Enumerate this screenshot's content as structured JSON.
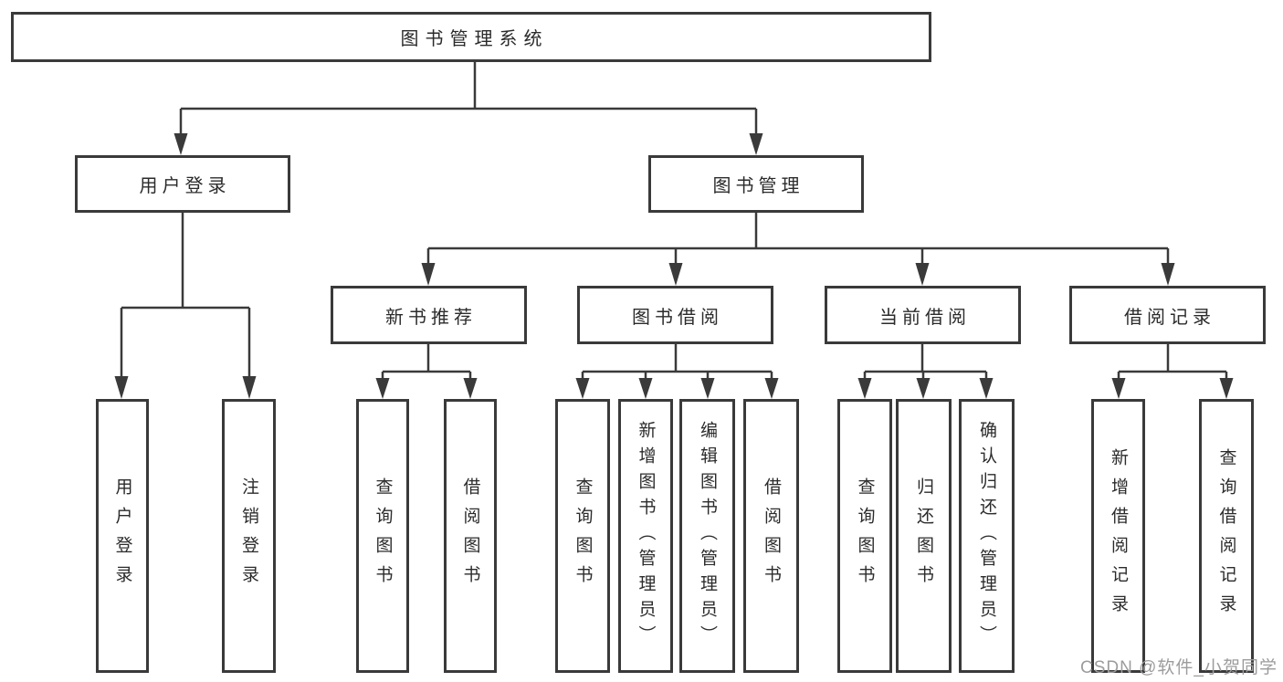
{
  "diagram": {
    "root": {
      "label": "图书管理系统"
    },
    "level2": [
      {
        "label": "用户登录"
      },
      {
        "label": "图书管理"
      }
    ],
    "level3": [
      {
        "label": "新书推荐"
      },
      {
        "label": "图书借阅"
      },
      {
        "label": "当前借阅"
      },
      {
        "label": "借阅记录"
      }
    ],
    "leaves": {
      "login": [
        {
          "label": "用户登录"
        },
        {
          "label": "注销登录"
        }
      ],
      "recommend": [
        {
          "label": "查询图书"
        },
        {
          "label": "借阅图书"
        }
      ],
      "borrow": [
        {
          "label": "查询图书"
        },
        {
          "label": "新增图书（管理员）"
        },
        {
          "label": "编辑图书（管理员）"
        },
        {
          "label": "借阅图书"
        }
      ],
      "current": [
        {
          "label": "查询图书"
        },
        {
          "label": "归还图书"
        },
        {
          "label": "确认归还（管理员）"
        }
      ],
      "record": [
        {
          "label": "新增借阅记录"
        },
        {
          "label": "查询借阅记录"
        }
      ]
    }
  },
  "watermark": {
    "text": "CSDN @软件_小贺同学"
  },
  "colors": {
    "line": "#3a3a3a",
    "box_border": "#3a3a3a",
    "text": "#2b2b2b",
    "watermark": "#9c9c9c",
    "background": "#ffffff"
  }
}
